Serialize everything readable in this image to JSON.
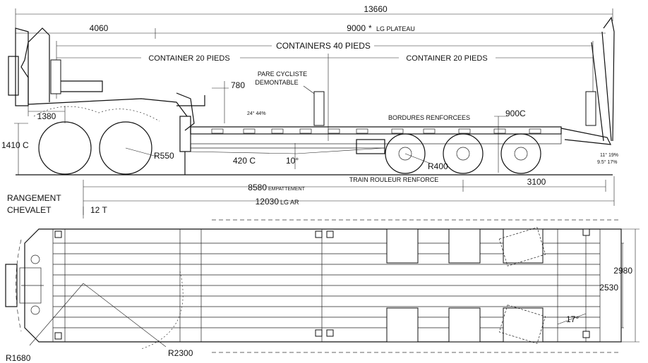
{
  "dimensions": {
    "overall_length": "13660",
    "front_length": "4060",
    "platform_length": "9000",
    "platform_length_suffix": "LG PLATEAU",
    "containers_40": "CONTAINERS 40 PIEDS",
    "container_20_front": "CONTAINER 20 PIEDS",
    "container_20_rear": "CONTAINER 20 PIEDS",
    "kingpin_offset": "1380",
    "height_front": "1410 C",
    "gooseneck_step": "780",
    "deck_height": "420 C",
    "rear_height": "900C",
    "wheelbase": "8580",
    "wheelbase_suffix": "EMPATTEMENT",
    "rear_overhang": "3100",
    "length_to_rear": "12030",
    "length_to_rear_suffix": "LG AR",
    "width_outer": "2980",
    "width_inner": "2530",
    "tractor_radius": "R550",
    "wheel_radius": "R400",
    "front_swing_radius": "R1680",
    "turning_radius": "R2300"
  },
  "labels": {
    "bike_guard_1": "PARE CYCLISTE",
    "bike_guard_2": "DEMONTABLE",
    "reinforced_edges": "BORDURES RENFORCEES",
    "reinforced_running_gear": "TRAIN ROULEUR RENFORCE",
    "stand_storage_1": "RANGEMENT",
    "stand_storage_2": "CHEVALET",
    "stand_load": "12  T",
    "neck_angles": "24° 44%",
    "deck_angle": "10°",
    "ramp_angle_1": "11°  19%",
    "ramp_angle_2": "9.5°  17%",
    "ramp_spread_angle": "17°"
  }
}
